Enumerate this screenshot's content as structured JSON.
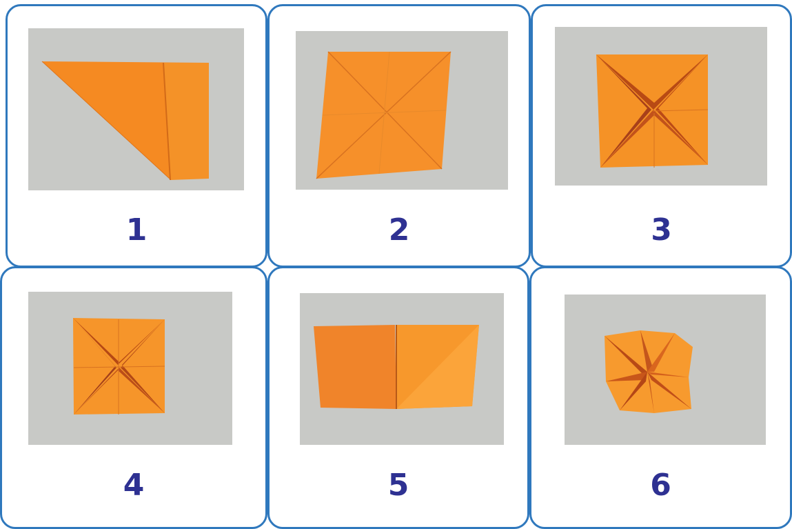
{
  "colors": {
    "card_border": "#2f78bd",
    "step_number": "#2e3192",
    "photo_background": "#c8c9c6",
    "paper_orange": "#f7931e",
    "paper_shadow": "#b34a12"
  },
  "steps": [
    {
      "number": "1",
      "image": "paper-folded-into-triangle-with-side-flap"
    },
    {
      "number": "2",
      "image": "square-paper-with-diagonal-crease-lines"
    },
    {
      "number": "3",
      "image": "corners-folded-to-center-forming-x"
    },
    {
      "number": "4",
      "image": "smaller-square-with-corners-folded-to-center"
    },
    {
      "number": "5",
      "image": "paper-folded-in-half-rectangle"
    },
    {
      "number": "6",
      "image": "finished-fortune-teller"
    }
  ]
}
